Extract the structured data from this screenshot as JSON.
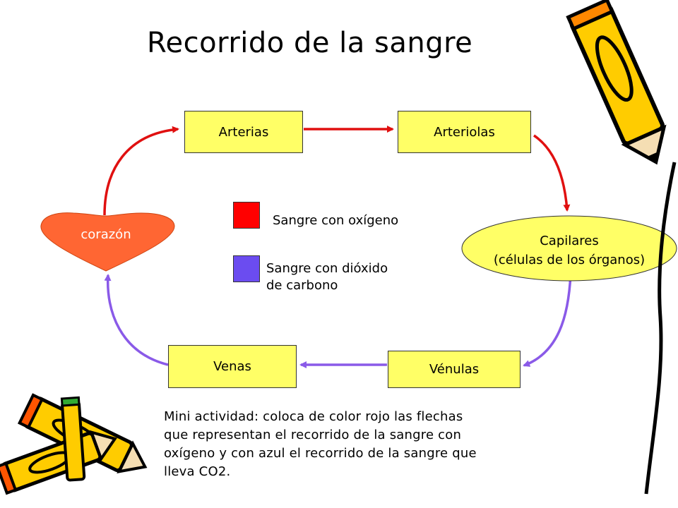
{
  "title": "Recorrido de la sangre",
  "nodes": {
    "arterias": "Arterias",
    "arteriolas": "Arteriolas",
    "capilares_line1": "Capilares",
    "capilares_line2": "(células de los órganos)",
    "venulas": "Vénulas",
    "venas": "Venas",
    "corazon": "corazón"
  },
  "legend": {
    "oxygen_label": "Sangre con oxígeno",
    "co2_label_line1": "Sangre con dióxido",
    "co2_label_line2": "de carbono",
    "oxygen_color": "#ff0000",
    "co2_color": "#6b4cf0"
  },
  "colors": {
    "node_fill": "#ffff66",
    "heart_fill": "#ff6633",
    "capilares_fill": "#ffff66",
    "arrow_red": "#e01010",
    "arrow_purple": "#8a5ae8"
  },
  "activity": {
    "line1": "Mini actividad: coloca de color rojo las flechas",
    "line2": "que representan el recorrido de la sangre con",
    "line3": "oxígeno y con azul el recorrido de la sangre que",
    "line4": "lleva CO2."
  }
}
